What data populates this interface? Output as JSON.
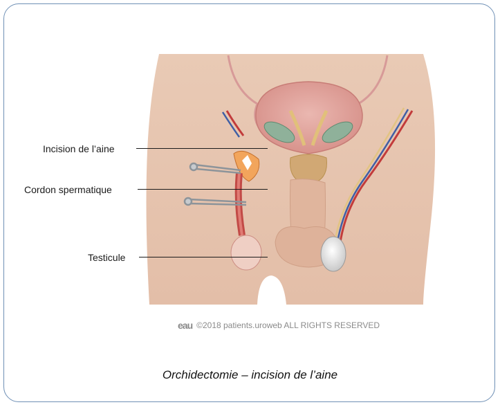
{
  "labels": {
    "groin_incision": "Incision de l’aine",
    "spermatic_cord": "Cordon spermatique",
    "testicle": "Testicule"
  },
  "copyright": {
    "logo": "eau",
    "text": "©2018 patients.uroweb ALL RIGHTS RESERVED"
  },
  "caption": "Orchidectomie – incision de l’aine"
}
